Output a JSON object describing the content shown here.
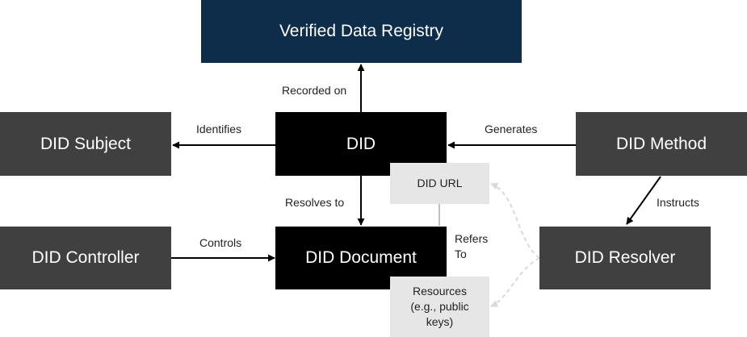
{
  "nodes": {
    "registry": "Verified Data Registry",
    "did": "DID",
    "did_subject": "DID Subject",
    "did_method": "DID Method",
    "did_url": "DID URL",
    "did_controller": "DID Controller",
    "did_document": "DID Document",
    "did_resolver": "DID Resolver",
    "resources": "Resources\n(e.g., public\nkeys)"
  },
  "edges": {
    "recorded_on": "Recorded on",
    "identifies": "Identifies",
    "generates": "Generates",
    "resolves_to": "Resolves to",
    "controls": "Controls",
    "instructs": "Instructs",
    "refers_to": "Refers\nTo"
  },
  "colors": {
    "registry": "#0d2d4a",
    "primary": "#000000",
    "secondary": "#404040",
    "tertiary": "#e6e6e6",
    "dashed_arrow": "#d9d9d9"
  }
}
